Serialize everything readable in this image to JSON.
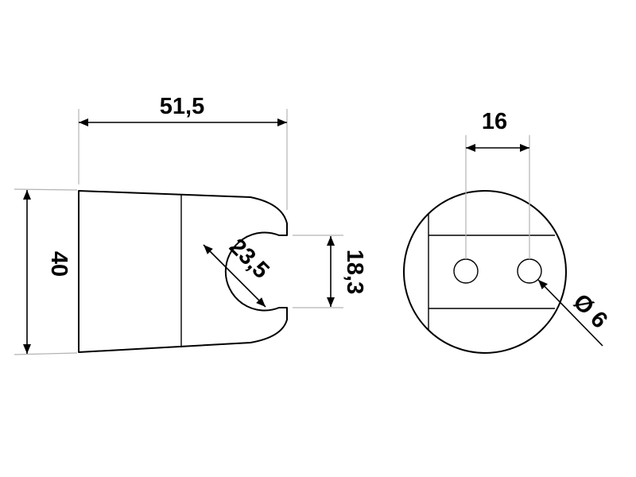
{
  "dimensions": {
    "width": "51,5",
    "height": "40",
    "opening": "18,3",
    "inner_diameter": "23,5",
    "hole_spacing": "16",
    "hole_diameter": "Ø 6"
  }
}
